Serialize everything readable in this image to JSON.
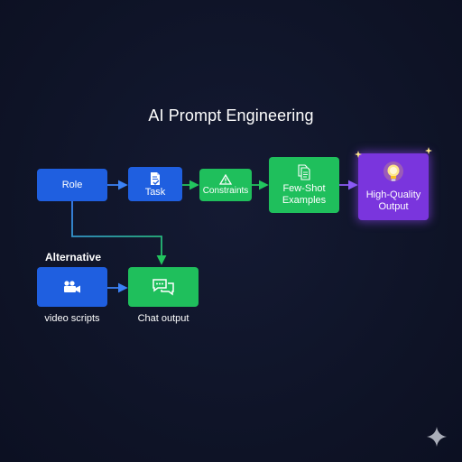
{
  "title": "AI Prompt Engineering",
  "nodes": {
    "role": "Role",
    "task": "Task",
    "constraints": "Constraints",
    "few_shot_line1": "Few-Shot",
    "few_shot_line2": "Examples",
    "output_line1": "High-Quality",
    "output_line2": "Output"
  },
  "alternative": {
    "heading": "Alternative",
    "video_label": "video scripts",
    "chat_label": "Chat output"
  },
  "icons": {
    "task": "document-check-icon",
    "constraints": "warning-triangle-icon",
    "few_shot": "documents-stack-icon",
    "output": "lightbulb-icon",
    "video": "video-camera-icon",
    "chat": "chat-bubbles-icon",
    "watermark": "sparkle-icon"
  },
  "colors": {
    "background": "#0f1428",
    "blue_node": "#1f5fe0",
    "green_node": "#1fbf5c",
    "purple_node": "#7a35dd",
    "blue_arrow": "#3b82f6",
    "green_arrow": "#22c55e",
    "purple_arrow": "#8b5cf6"
  }
}
